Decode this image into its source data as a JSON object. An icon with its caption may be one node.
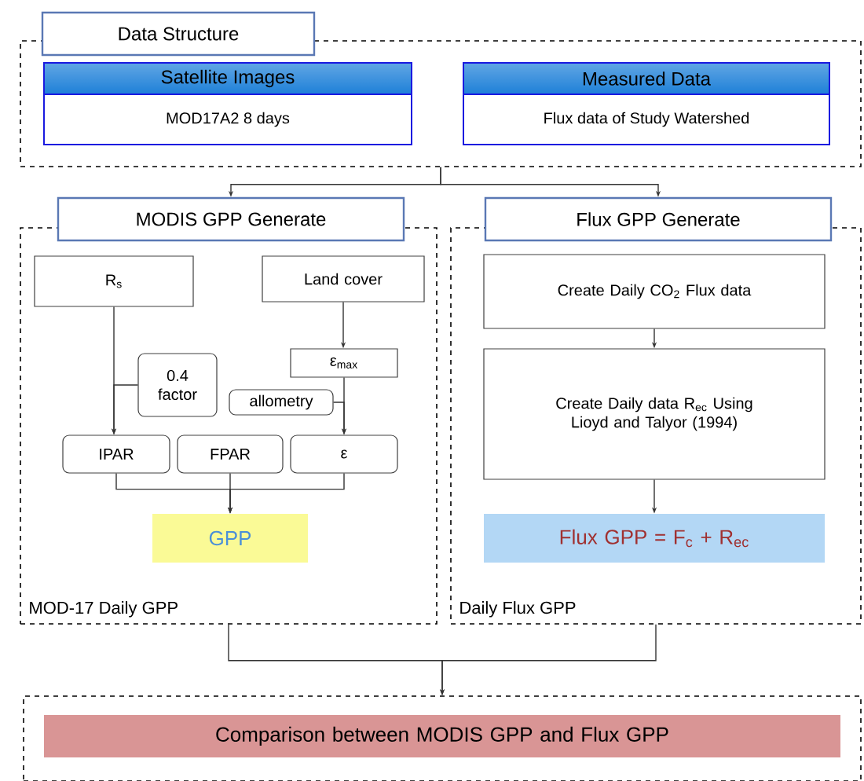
{
  "diagram": {
    "nodes": [
      {
        "text": [
          "Data Structure"
        ]
      },
      {
        "text": [
          "Satellite Images",
          "MOD17A2 8 days"
        ],
        "in": 0
      },
      {
        "text": [
          "Measured Data",
          "Flux data of Study Watershed"
        ],
        "in": 0
      },
      {
        "text": [
          "MODIS GPP Generate",
          "MOD-17 Daily GPP"
        ]
      },
      {
        "text": [
          "R$_{s}$"
        ],
        "in": 3
      },
      {
        "text": [
          "Land cover"
        ],
        "in": 3
      },
      {
        "text": [
          "0.4 factor"
        ],
        "in": 3
      },
      {
        "text": [
          "ε$_{max}$"
        ],
        "in": 3
      },
      {
        "text": [
          "allometry"
        ],
        "in": 3
      },
      {
        "text": [
          "IPAR"
        ],
        "in": 3
      },
      {
        "text": [
          "FPAR"
        ],
        "in": 3
      },
      {
        "text": [
          "ε"
        ],
        "in": 3
      },
      {
        "text": [
          "GPP"
        ],
        "in": 3
      },
      {
        "text": [
          "Flux GPP Generate",
          "Daily Flux GPP"
        ]
      },
      {
        "text": [
          "Create Daily CO$_{2}$ Flux data"
        ],
        "in": 13
      },
      {
        "text": [
          "Create Daily data R$_{ec}$ Using Lioyd and Talyor (1994)"
        ],
        "in": 13
      },
      {
        "text": [
          "Flux GPP = F$_{c}$ + R$_{ec}$"
        ],
        "in": 13
      },
      {
        "text": [],
        "shape": "box"
      },
      {
        "text": [
          "Comparison between MODIS GPP and Flux GPP"
        ],
        "in": 17
      }
    ],
    "edges": [
      {
        "from": 0,
        "to": 3,
        "arrow": "to"
      },
      {
        "from": 0,
        "to": 13,
        "arrow": "to"
      },
      {
        "from": 4,
        "to": 9,
        "arrow": "to"
      },
      {
        "from": 6,
        "to": 9,
        "arrow": "to"
      },
      {
        "from": 5,
        "to": 7,
        "arrow": "to"
      },
      {
        "from": 7,
        "to": 11,
        "arrow": "to"
      },
      {
        "from": 8,
        "to": 11,
        "arrow": "to"
      },
      {
        "from": 9,
        "to": 12,
        "arrow": "to"
      },
      {
        "from": 10,
        "to": 12,
        "arrow": "to"
      },
      {
        "from": 11,
        "to": 12,
        "arrow": "to"
      },
      {
        "from": 14,
        "to": 15,
        "arrow": "to"
      },
      {
        "from": 15,
        "to": 16,
        "arrow": "to"
      },
      {
        "from": 3,
        "to": 17,
        "arrow": "to"
      },
      {
        "from": 13,
        "to": 17,
        "arrow": "to"
      }
    ]
  }
}
